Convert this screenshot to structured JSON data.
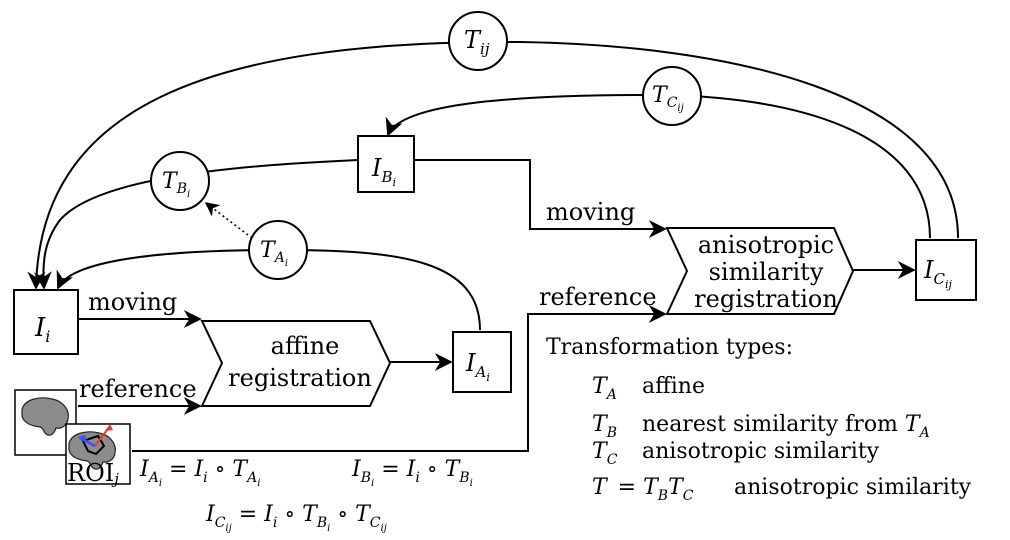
{
  "nodes": {
    "T_ij": {
      "main": "T",
      "sub": "ij"
    },
    "T_Cij": {
      "main": "T",
      "sub": "C",
      "subsub": "ij"
    },
    "T_Bi": {
      "main": "T",
      "sub": "B",
      "subsub": "i"
    },
    "T_Ai": {
      "main": "T",
      "sub": "A",
      "subsub": "i"
    },
    "I_Bi": {
      "main": "I",
      "sub": "B",
      "subsub": "i"
    },
    "I_i": {
      "main": "I",
      "sub": "i"
    },
    "I_Ai": {
      "main": "I",
      "sub": "A",
      "subsub": "i"
    },
    "I_Cij": {
      "main": "I",
      "sub": "C",
      "subsub": "ij"
    }
  },
  "labels": {
    "moving_1": "moving",
    "moving_2": "moving",
    "reference_1": "reference",
    "reference_2": "reference",
    "roi": "ROI",
    "roi_sub": "j"
  },
  "process_blocks": {
    "affine": [
      "affine",
      "registration"
    ],
    "anisotropic": [
      "anisotropic",
      "similarity",
      "registration"
    ]
  },
  "equations": {
    "eq1": "I_{A_i} = I_i ∘ T_{A_i}",
    "eq2": "I_{B_i} = I_i ∘ T_{B_i}",
    "eq3": "I_{C_ij} = I_i ∘ T_{B_i} ∘ T_{C_ij}"
  },
  "legend": {
    "title": "Transformation types:",
    "items": [
      {
        "symbol": "T_A",
        "text": "affine"
      },
      {
        "symbol": "T_B",
        "text": "nearest similarity from T_A"
      },
      {
        "symbol": "T_C",
        "text": "anisotropic similarity"
      },
      {
        "symbol": "T = T_B T_C",
        "text": "anisotropic similarity"
      }
    ]
  },
  "colors": {
    "ink": "#000000",
    "brain": "#8c8c8c",
    "arrow_red": "#e53935",
    "arrow_blue": "#3f51ff"
  }
}
